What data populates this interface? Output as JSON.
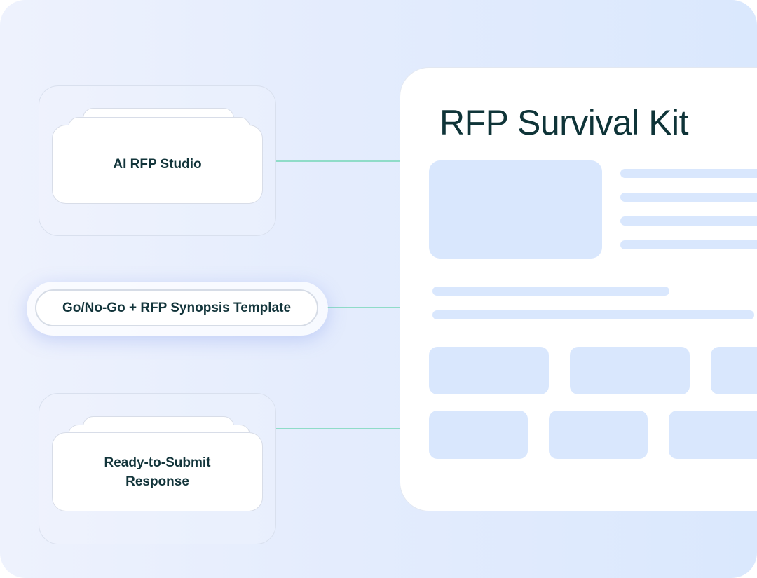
{
  "nodes": {
    "ai_rfp_studio": "AI RFP Studio",
    "go_no_go": "Go/No-Go + RFP Synopsis Template",
    "ready_to_submit": [
      "Ready-to-Submit",
      "Response"
    ]
  },
  "kit": {
    "title": "RFP Survival Kit"
  },
  "colors": {
    "background": "#e4ecfd",
    "connector": "#8fdcc8",
    "placeholder": "#d9e7fd",
    "text": "#12343a"
  }
}
